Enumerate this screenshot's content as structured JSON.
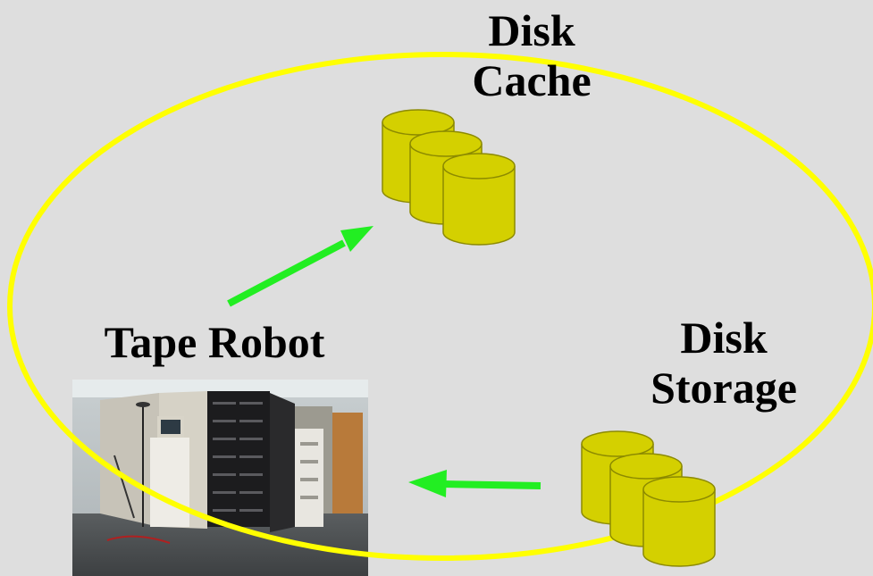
{
  "labels": {
    "disk_cache": [
      "Disk",
      "Cache"
    ],
    "disk_storage": [
      "Disk",
      "Storage"
    ],
    "tape_robot": "Tape Robot"
  },
  "colors": {
    "background": "#dedede",
    "ellipse": "#ffff00",
    "cylinder_fill": "#d4d000",
    "cylinder_top": "#e6e24a",
    "cylinder_stroke": "#8c8a00",
    "arrow": "#22ee22"
  },
  "icons": {
    "disk_cache": "disk-cylinders",
    "disk_storage": "disk-cylinders",
    "tape_robot": "tape-robot-photo"
  }
}
